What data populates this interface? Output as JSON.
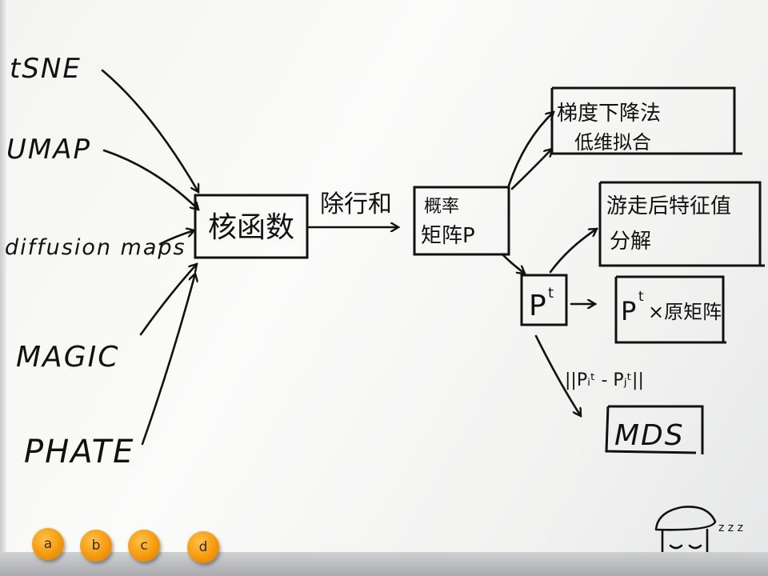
{
  "methods": [
    "tSNE",
    "UMAP",
    "diffusion maps",
    "MAGIC",
    "PHATE"
  ],
  "kernel_box": "核函数",
  "edge_label": "除行和",
  "prob_matrix": {
    "line1": "概率",
    "line2": "矩阵P"
  },
  "gradient_box": {
    "line1": "梯度下降法",
    "line2": "低维拟合"
  },
  "eigen_box": {
    "line1": "游走后特征值",
    "line2": "分解"
  },
  "pt_box": {
    "base": "P",
    "sup": "t"
  },
  "pt_multiply_box": {
    "base": "P",
    "sup": "t",
    "rest": "×原矩阵"
  },
  "distance_label": "||Pᵢᵗ - Pⱼᵗ||",
  "mds_box": "MDS",
  "magnets": [
    "a",
    "b",
    "c",
    "d"
  ],
  "sleep_doodle": "z z z"
}
